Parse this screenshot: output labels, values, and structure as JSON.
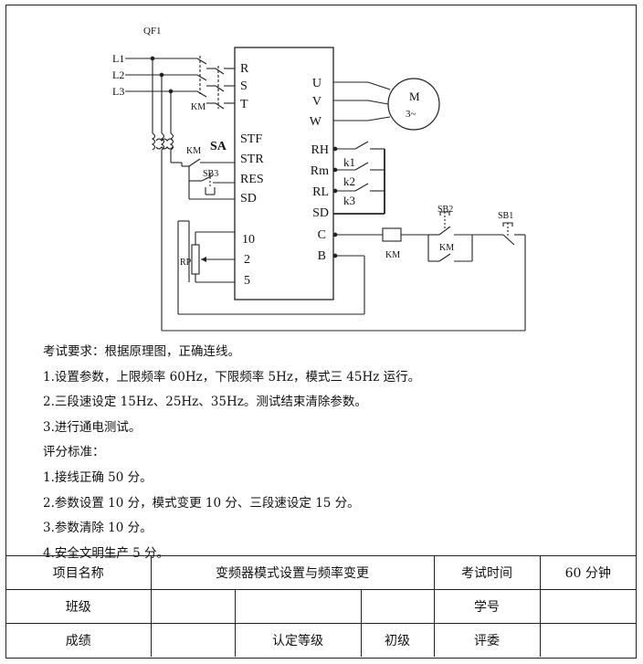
{
  "diagram": {
    "qf1": "QF1",
    "lines": [
      "L1",
      "L2",
      "L3"
    ],
    "km_main": "KM",
    "inverter_left": [
      "R",
      "S",
      "T",
      "STF",
      "STR",
      "RES",
      "SD",
      "10",
      "2",
      "5"
    ],
    "inverter_right": [
      "U",
      "V",
      "W",
      "RH",
      "Rm",
      "RL",
      "SD",
      "C",
      "B"
    ],
    "motor": "M",
    "motor_phase": "3~",
    "sa": "SA",
    "km_ctrl": "KM",
    "sb3": "SB3",
    "rp": "RP",
    "speed_switches": [
      "k1",
      "k2",
      "k3"
    ],
    "km_coil": "KM",
    "sb2": "SB2",
    "km_contact": "KM",
    "sb1": "SB1"
  },
  "requirements": [
    "考试要求：根据原理图，正确连线。",
    "1.设置参数，上限频率 60Hz，下限频率 5Hz，模式三 45Hz 运行。",
    "2.三段速设定 15Hz、25Hz、35Hz。测试结束清除参数。",
    "3.进行通电测试。",
    "评分标准：",
    "1.接线正确 50 分。",
    "2.参数设置 10 分，模式变更 10 分、三段速设定 15 分。",
    "3.参数清除 10 分。",
    "4.安全文明生产 5 分。"
  ],
  "table": {
    "project_label": "项目名称",
    "project_value": "变频器模式设置与频率变更",
    "time_label": "考试时间",
    "time_value": "60 分钟",
    "class_label": "班级",
    "id_label": "学号",
    "score_label": "成绩",
    "level_label": "认定等级",
    "level_value": "初级",
    "judge_label": "评委"
  }
}
